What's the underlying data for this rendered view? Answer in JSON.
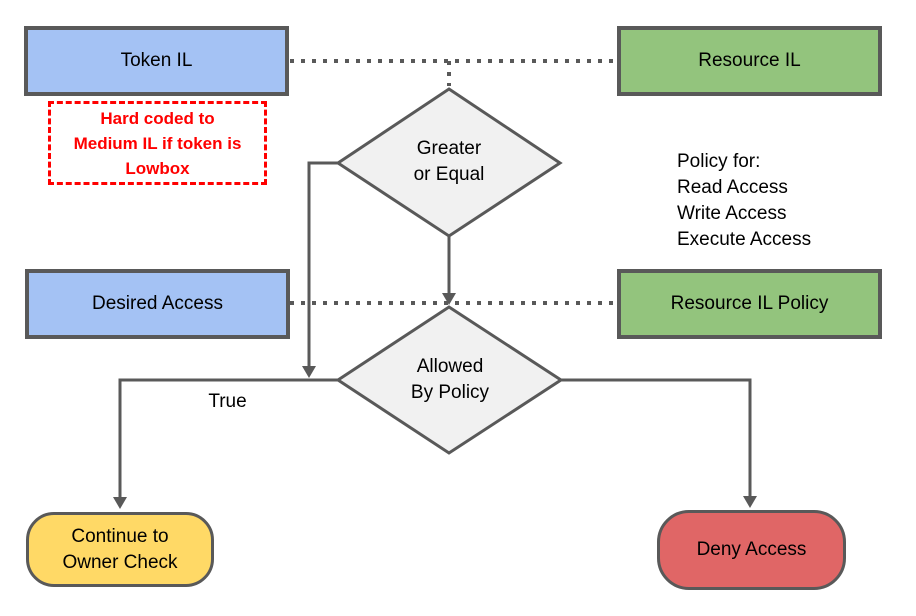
{
  "nodes": {
    "token_il": {
      "label": "Token IL",
      "fill": "#a4c2f4"
    },
    "resource_il": {
      "label": "Resource IL",
      "fill": "#93c47d"
    },
    "desired_access": {
      "label": "Desired Access",
      "fill": "#a4c2f4"
    },
    "resource_il_policy": {
      "label": "Resource IL Policy",
      "fill": "#93c47d"
    },
    "greater_or_equal": {
      "label": "Greater\nor Equal",
      "fill": "#f1f1f1"
    },
    "allowed_by_policy": {
      "label": "Allowed\nBy Policy",
      "fill": "#f1f1f1"
    },
    "continue_to_owner_check": {
      "label": "Continue to\nOwner Check",
      "fill": "#ffd966"
    },
    "deny_access": {
      "label": "Deny Access",
      "fill": "#e06666"
    }
  },
  "annotations": {
    "hard_coded_note": "Hard coded to\nMedium IL if token is\nLowbox",
    "policy_list": "Policy for:\nRead Access\nWrite Access\nExecute Access",
    "edge_label_true": "True"
  },
  "colors": {
    "background": "#ffffff",
    "stroke_gray": "#595959",
    "note_red": "#ff0000",
    "input_blue": "#a4c2f4",
    "resource_green": "#93c47d",
    "decision_gray": "#f1f1f1",
    "terminal_yellow": "#ffd966",
    "terminal_red": "#e06666"
  }
}
